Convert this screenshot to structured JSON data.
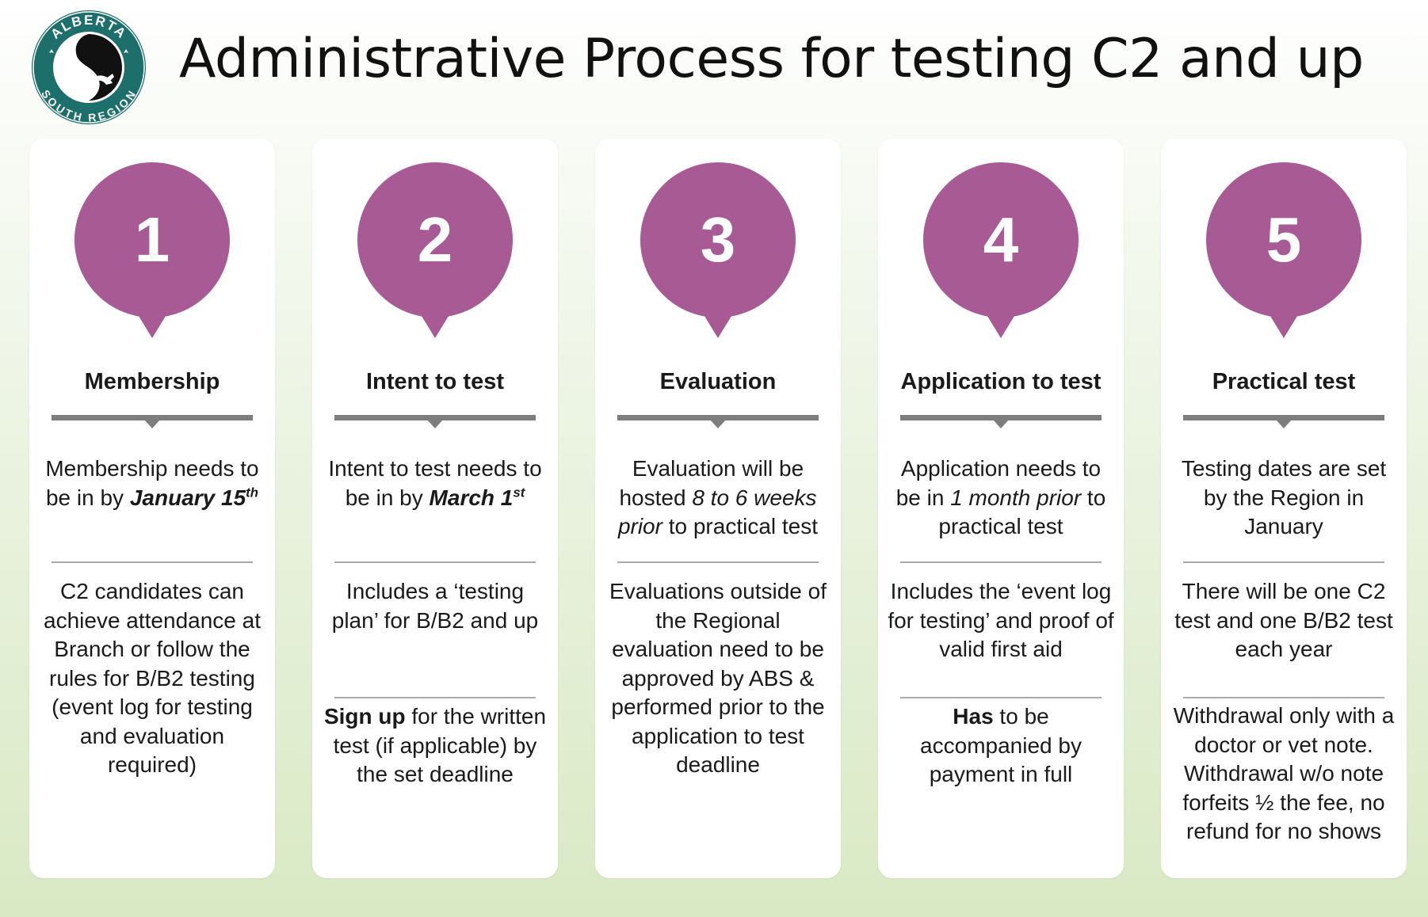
{
  "title": "Administrative Process for testing C2 and up",
  "logo": {
    "top_text": "ALBERTA",
    "bottom_text": "SOUTH REGION",
    "color": "#1c6f6a"
  },
  "colors": {
    "pin": "#a85a94",
    "divider": "#7d7d7d",
    "separator": "#a9a9a9"
  },
  "steps": [
    {
      "number": "1",
      "heading": "Membership",
      "blocks": [
        {
          "html": "Membership needs to be in by <b><i>January 15<sup>th</sup></i></b>"
        },
        {
          "html": "C2 candidates can achieve attendance at Branch or follow the rules for B/B2 testing (event log for testing and evaluation required)"
        }
      ]
    },
    {
      "number": "2",
      "heading": "Intent to test",
      "blocks": [
        {
          "html": "Intent to test needs to be in by <b><i>March 1<sup>st</sup></i></b>"
        },
        {
          "html": "Includes a ‘testing plan’ for B/B2 and up"
        },
        {
          "html": "<b>Sign up</b> for the written test (if applicable) by the set deadline"
        }
      ]
    },
    {
      "number": "3",
      "heading": "Evaluation",
      "blocks": [
        {
          "html": "Evaluation will be hosted <i>8 to 6 weeks prior</i> to practical test"
        },
        {
          "html": "Evaluations outside of the Regional evaluation need to be approved by ABS &amp; performed prior to the application to test deadline"
        }
      ]
    },
    {
      "number": "4",
      "heading": "Application to test",
      "blocks": [
        {
          "html": "Application needs to be in <i>1 month prior</i> to practical test"
        },
        {
          "html": "Includes the ‘event log for testing’ and proof of valid first aid"
        },
        {
          "html": "<b>Has</b> to be accompanied by payment in full"
        }
      ]
    },
    {
      "number": "5",
      "heading": "Practical test",
      "blocks": [
        {
          "html": "Testing dates are set by the Region in January"
        },
        {
          "html": "There will be one C2 test and one B/B2 test each year"
        },
        {
          "html": "Withdrawal only with a doctor or vet note. Withdrawal w/o note forfeits ½ the fee, no refund for no shows"
        }
      ]
    }
  ]
}
